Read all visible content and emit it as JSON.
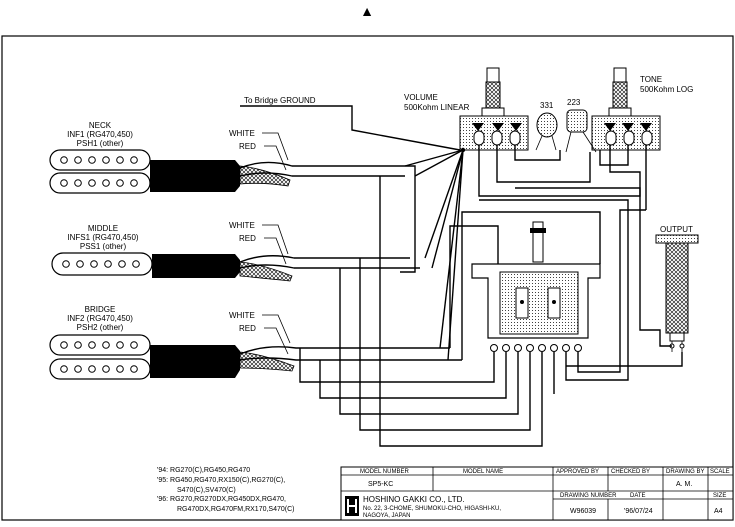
{
  "header": {
    "arrow_glyph": "▲"
  },
  "pickups": {
    "neck": {
      "title": "NECK",
      "line1": "INF1 (RG470,450)",
      "line2": "PSH1 (other)"
    },
    "middle": {
      "title": "MIDDLE",
      "line1": "INFS1 (RG470,450)",
      "line2": "PSS1 (other)"
    },
    "bridge": {
      "title": "BRIDGE",
      "line1": "INF2 (RG470,450)",
      "line2": "PSH2 (other)"
    },
    "wire_white": "WHITE",
    "wire_red": "RED"
  },
  "bridge_ground": "To Bridge GROUND",
  "volume": {
    "title": "VOLUME",
    "spec": "500Kohm LINEAR"
  },
  "tone": {
    "title": "TONE",
    "spec": "500Kohm LOG"
  },
  "capacitors": {
    "cap1": "331",
    "cap2": "223"
  },
  "output": {
    "label": "OUTPUT"
  },
  "models": {
    "y94": "'94: RG270(C),RG450,RG470",
    "y95a": "'95: RG450,RG470,RX150(C),RG270(C),",
    "y95b": "S470(C),SV470(C)",
    "y96a": "'96: RG270,RG270DX,RG450DX,RG470,",
    "y96b": "RG470DX,RG470FM,RX170,S470(C)"
  },
  "title_block": {
    "model_number_h": "MODEL NUMBER",
    "model_name_h": "MODEL NAME",
    "approved_h": "APPROVED BY",
    "checked_h": "CHECKED BY",
    "drawing_by_h": "DRAWING BY",
    "scale_h": "SCALE",
    "model_number": "SP5-KC",
    "drawing_by": "A. M.",
    "company": "HOSHINO GAKKI CO., LTD.",
    "address1": "No. 22, 3-CHOME, SHUMOKU-CHO, HIGASHI-KU,",
    "address2": "NAGOYA, JAPAN",
    "drawing_number_h": "DRAWING NUMBER",
    "date_h": "DATE",
    "size_h": "SIZE",
    "drawing_number": "W96039",
    "date": "'96/07/24",
    "size": "A4"
  }
}
